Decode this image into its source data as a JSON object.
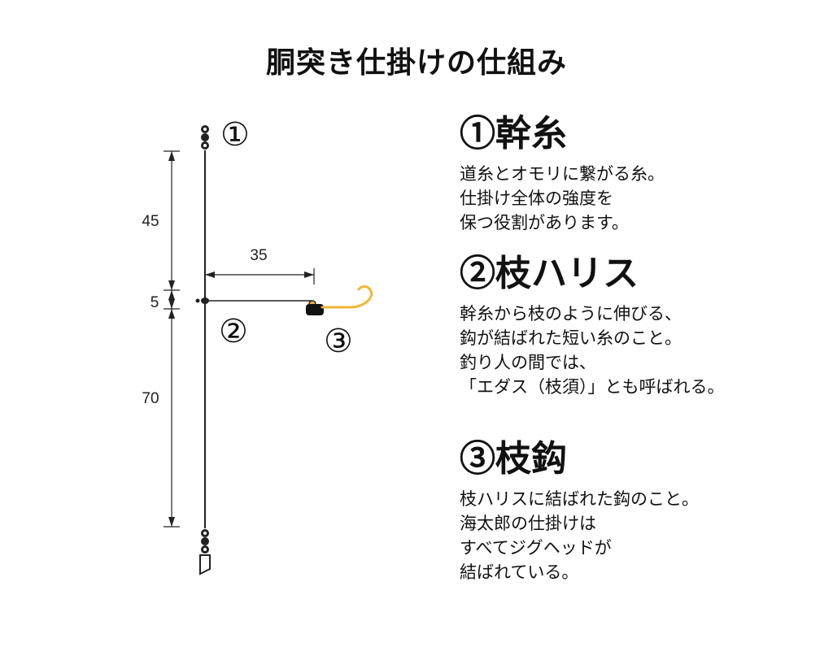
{
  "title": "胴突き仕掛けの仕組み",
  "diagram": {
    "markers": [
      "①",
      "②",
      "③"
    ],
    "dimensions": {
      "top": "45",
      "gap": "5",
      "bottom": "70",
      "branch": "35"
    },
    "colors": {
      "line": "#222222",
      "hook": "#F2B533",
      "sinker": "#111111"
    }
  },
  "sections": [
    {
      "heading": "①幹糸",
      "lines": [
        "道糸とオモリに繋がる糸。",
        "仕掛け全体の強度を",
        "保つ役割があります。"
      ]
    },
    {
      "heading": "②枝ハリス",
      "lines": [
        "幹糸から枝のように伸びる、",
        "鈎が結ばれた短い糸のこと。",
        "釣り人の間では、",
        "「エダス（枝須）」とも呼ばれる。"
      ]
    },
    {
      "heading": "③枝鈎",
      "lines": [
        "枝ハリスに結ばれた鈎のこと。",
        "海太郎の仕掛けは",
        "すべてジグヘッドが",
        "結ばれている。"
      ]
    }
  ]
}
